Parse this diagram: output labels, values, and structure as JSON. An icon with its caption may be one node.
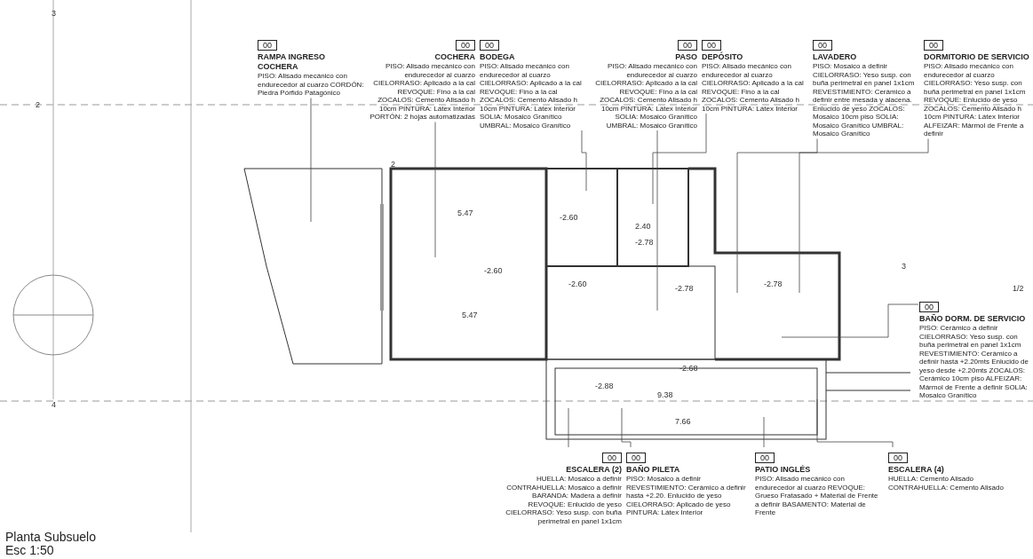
{
  "diagram": {
    "title": "Planta Subsuelo",
    "nodes": [
      {
        "text": [
          "00",
          "RAMPA INGRESO COCHERA",
          "PISO: Alisado mecánico con endurecedor al cuarzo CORDÓN: Piedra Pórfido Patagónico"
        ]
      },
      {
        "text": [
          "00",
          "COCHERA",
          "PISO: Alisado mecánico con endurecedor al cuarzo CIELORRASO: Aplicado a la cal REVOQUE: Fino a la cal ZOCALOS: Cemento Alisado h 10cm PINTURA: Látex Interior PORTÓN: 2 hojas automatizadas"
        ]
      },
      {
        "text": [
          "00",
          "BODEGA",
          "PISO: Alisado mecánico con endurecedor al cuarzo CIELORRASO: Aplicado a la cal REVOQUE: Fino a la cal ZOCALOS: Cemento Alisado h 10cm PINTURA: Látex Interior SOLIA: Mosaico Granítico UMBRAL: Mosaico Granítico"
        ]
      },
      {
        "text": [
          "00",
          "PASO",
          "PISO: Alisado mecánico con endurecedor al cuarzo CIELORRASO: Aplicado a la cal REVOQUE: Fino a la cal ZOCALOS: Cemento Alisado h 10cm PINTURA: Látex Interior SOLIA: Mosaico Granítico UMBRAL: Mosaico Granítico"
        ]
      },
      {
        "text": [
          "00",
          "DEPÓSITO",
          "PISO: Alisado mecánico con endurecedor al cuarzo CIELORRASO: Aplicado a la cal REVOQUE: Fino a la cal ZOCALOS: Cemento Alisado h 10cm PINTURA: Látex Interior"
        ]
      },
      {
        "text": [
          "00",
          "LAVADERO",
          "PISO: Mosaico a definir CIELORRASO: Yeso susp. con buña perimetral en panel 1x1cm REVESTIMIENTO: Cerámico a definir entre mesada y alacena. Enlucido de yeso ZOCALOS: Mosaico 10cm piso SOLIA: Mosaico Granítico UMBRAL: Mosaico Granítico"
        ]
      },
      {
        "text": [
          "00",
          "DORMITORIO DE SERVICIO",
          "PISO: Alisado mecánico con endurecedor al cuarzo CIELORRASO: Yeso susp. con buña perimetral en panel 1x1cm REVOQUE: Enlucido de yeso ZOCALOS: Cemento Alisado h 10cm PINTURA: Látex Interior ALFEIZAR: Mármol de Frente a definir"
        ]
      },
      {
        "text": [
          "00",
          "BAÑO DORM. DE SERVICIO",
          "PISO: Cerámico a definir CIELORRASO: Yeso susp. con buña perimetral en panel 1x1cm REVESTIMIENTO: Cerámico a definir hasta +2.20mts Enlucido de yeso desde +2.20mts ZOCALOS: Cerámico 10cm piso ALFEIZAR: Mármol de Frente a definir SOLIA: Mosaico Granítico"
        ]
      },
      {
        "text": [
          "00",
          "ESCALERA (2)",
          "HUELLA: Mosaico a definir CONTRAHUELLA: Mosaico a definir BARANDA: Madera a definir REVOQUE: Enlucido de yeso CIELORRASO: Yeso susp. con buña perimetral en panel 1x1cm"
        ]
      },
      {
        "text": [
          "00",
          "BAÑO PILETA",
          "PISO: Mosaico a definir REVESTIMIENTO: Cerámico a definir hasta +2.20. Enlucido de yeso CIELORRASO: Aplicado de yeso PINTURA: Látex Interior"
        ]
      },
      {
        "text": [
          "00",
          "PATIO INGLÉS",
          "PISO: Alisado mecánico con endurecedor al cuarzo REVOQUE: Grueso Fratasado + Material de Frente a definir BASAMENTO: Material de Frente"
        ]
      },
      {
        "text": [
          "00",
          "ESCALERA (4)",
          "HUELLA: Cemento Alisado CONTRAHUELLA: Cemento Alisado"
        ]
      }
    ],
    "edges": [
      {
        "from": 0,
        "to": null,
        "arrow": "none"
      },
      {
        "from": 1,
        "to": null,
        "arrow": "none"
      },
      {
        "from": 2,
        "to": null,
        "arrow": "none"
      },
      {
        "from": 3,
        "to": null,
        "arrow": "none"
      },
      {
        "from": 4,
        "to": null,
        "arrow": "none"
      },
      {
        "from": 5,
        "to": null,
        "arrow": "none"
      },
      {
        "from": 6,
        "to": null,
        "arrow": "none"
      },
      {
        "from": 7,
        "to": null,
        "arrow": "none"
      },
      {
        "from": 8,
        "to": null,
        "arrow": "none"
      },
      {
        "from": 9,
        "to": null,
        "arrow": "none"
      },
      {
        "from": 10,
        "to": null,
        "arrow": "none"
      },
      {
        "from": 11,
        "to": null,
        "arrow": "none"
      }
    ],
    "labels": [
      "3",
      "2",
      "2",
      "5.47",
      "2.40",
      "-2.60",
      "-2.78",
      "-2.60",
      "3",
      "5.47",
      "-2.60",
      "-2.78",
      "-2.78",
      "1/2",
      "-2.68",
      "-2.88",
      "9.38",
      "4",
      "7.66",
      "Esc 1:50"
    ]
  }
}
